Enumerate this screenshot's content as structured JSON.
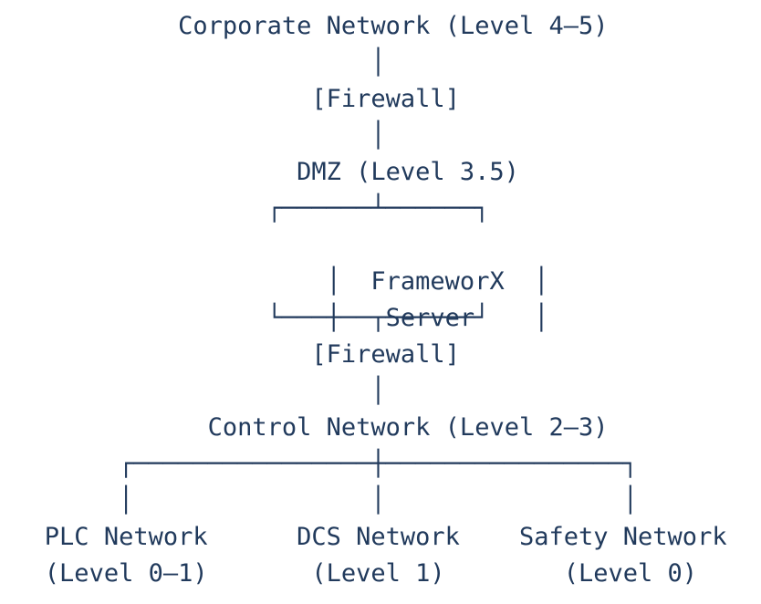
{
  "colors": {
    "ink": "#213a5c",
    "background": "#ffffff"
  },
  "diagram": {
    "connector_glyph": "│",
    "corporate_label": "Corporate Network (Level 4–5)",
    "firewall_upper_label": "[Firewall]",
    "dmz_label": "DMZ (Level 3.5)",
    "server_box": {
      "top_border": "┌──────┴──────┐",
      "side_border": "│",
      "line1": "  FrameworX  ",
      "line2": "   Server    ",
      "bottom_border": "└──────┬──────┘"
    },
    "firewall_lower_label": "[Firewall]",
    "control_label": "Control Network (Level 2–3)",
    "branch_line": "┌────────────────┼────────────────┐",
    "children": [
      {
        "label": "PLC Network",
        "level": "(Level 0–1)"
      },
      {
        "label": "DCS Network",
        "level": "(Level 1)"
      },
      {
        "label": "Safety Network",
        "level": "(Level 0)"
      }
    ]
  }
}
